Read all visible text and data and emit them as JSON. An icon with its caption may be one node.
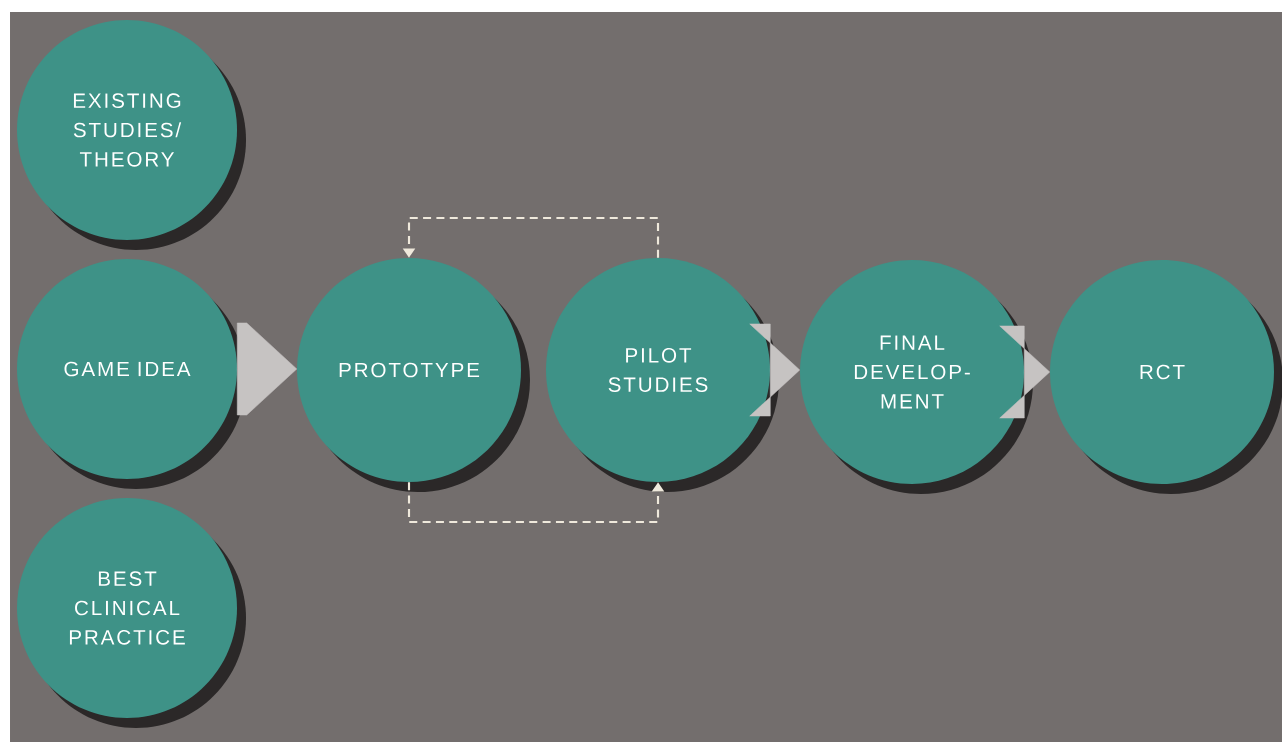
{
  "diagram": {
    "nodes": [
      {
        "text": [
          "EXISTING STUDIES/ THEORY"
        ]
      },
      {
        "text": [
          "GAME IDEA"
        ]
      },
      {
        "text": [
          "BEST CLINICAL PRACTICE"
        ]
      },
      {
        "text": [
          "PROTOTYPE"
        ]
      },
      {
        "text": [
          "PILOT STUDIES"
        ]
      },
      {
        "text": [
          "FINAL DEVELOP- MENT"
        ]
      },
      {
        "text": [
          "RCT"
        ]
      }
    ],
    "edges": [
      {
        "from": 1,
        "to": 3,
        "arrow": "to"
      },
      {
        "from": 3,
        "to": 4,
        "arrow": "to",
        "style": "dashed"
      },
      {
        "from": 4,
        "to": 3,
        "arrow": "to",
        "style": "dashed"
      },
      {
        "from": 4,
        "to": 5,
        "arrow": "to"
      },
      {
        "from": 5,
        "to": 6,
        "arrow": "to"
      }
    ]
  }
}
